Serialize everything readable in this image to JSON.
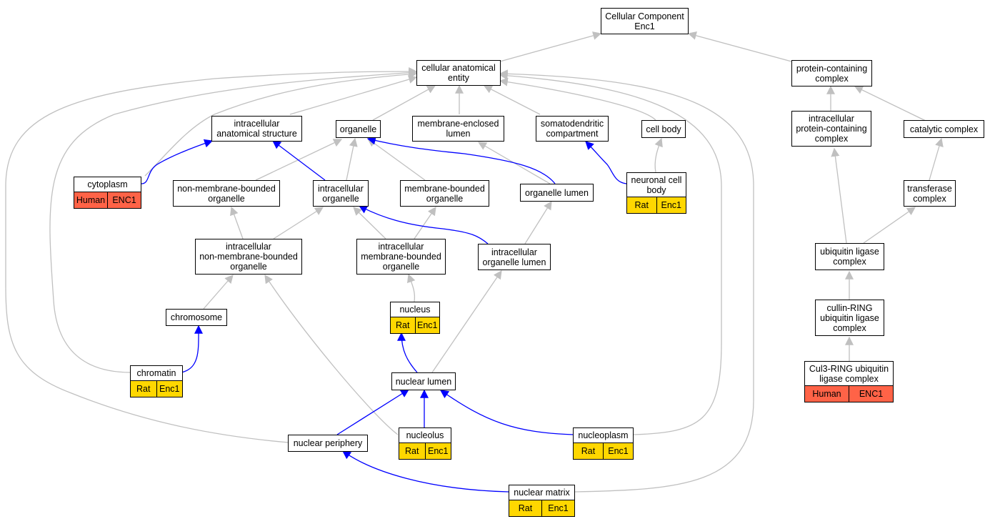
{
  "colors": {
    "node_border": "#000000",
    "node_fill": "#ffffff",
    "edge_gray": "#c0c0c0",
    "edge_blue": "#0000ff",
    "tag_rat": "#ffd700",
    "tag_human": "#ff6347"
  },
  "nodes": {
    "root": {
      "label": "Cellular Component\nEnc1"
    },
    "cae": {
      "label": "cellular anatomical\nentity"
    },
    "pcc": {
      "label": "protein-containing\ncomplex"
    },
    "ias": {
      "label": "intracellular\nanatomical structure"
    },
    "org": {
      "label": "organelle"
    },
    "mel": {
      "label": "membrane-enclosed\nlumen"
    },
    "somato": {
      "label": "somatodendritic\ncompartment"
    },
    "cellbody": {
      "label": "cell body"
    },
    "ipcc": {
      "label": "intracellular\nprotein-containing\ncomplex"
    },
    "catcomp": {
      "label": "catalytic complex"
    },
    "cyto": {
      "label": "cytoplasm",
      "tags": [
        "Human",
        "ENC1"
      ],
      "tag_color": "human"
    },
    "nmbo": {
      "label": "non-membrane-bounded\norganelle"
    },
    "io": {
      "label": "intracellular\norganelle"
    },
    "mbo": {
      "label": "membrane-bounded\norganelle"
    },
    "orglumen": {
      "label": "organelle lumen"
    },
    "ncb": {
      "label": "neuronal cell\nbody",
      "tags": [
        "Rat",
        "Enc1"
      ],
      "tag_color": "rat"
    },
    "transf": {
      "label": "transferase\ncomplex"
    },
    "inmbo": {
      "label": "intracellular\nnon-membrane-bounded\norganelle"
    },
    "imbo": {
      "label": "intracellular\nmembrane-bounded\norganelle"
    },
    "iol": {
      "label": "intracellular\norganelle lumen"
    },
    "ulc": {
      "label": "ubiquitin ligase\ncomplex"
    },
    "chromosome": {
      "label": "chromosome"
    },
    "nucleus": {
      "label": "nucleus",
      "tags": [
        "Rat",
        "Enc1"
      ],
      "tag_color": "rat"
    },
    "crl": {
      "label": "cullin-RING\nubiquitin ligase\ncomplex"
    },
    "chromatin": {
      "label": "chromatin",
      "tags": [
        "Rat",
        "Enc1"
      ],
      "tag_color": "rat"
    },
    "nuclumen": {
      "label": "nuclear lumen"
    },
    "cul3": {
      "label": "Cul3-RING ubiquitin\nligase complex",
      "tags": [
        "Human",
        "ENC1"
      ],
      "tag_color": "human"
    },
    "nucleolus": {
      "label": "nucleolus",
      "tags": [
        "Rat",
        "Enc1"
      ],
      "tag_color": "rat"
    },
    "nucleoplasm": {
      "label": "nucleoplasm",
      "tags": [
        "Rat",
        "Enc1"
      ],
      "tag_color": "rat"
    },
    "nucper": {
      "label": "nuclear periphery"
    },
    "nucmatrix": {
      "label": "nuclear matrix",
      "tags": [
        "Rat",
        "Enc1"
      ],
      "tag_color": "rat"
    }
  }
}
